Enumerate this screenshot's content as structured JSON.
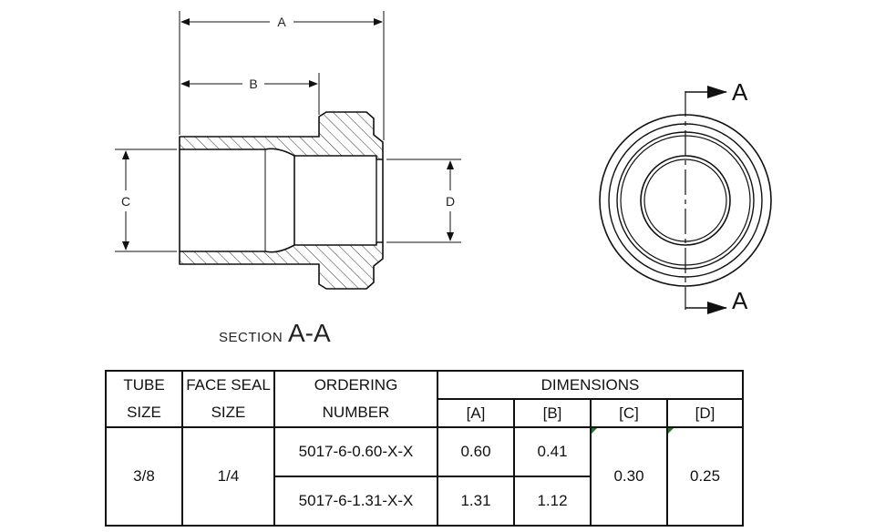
{
  "dimension_labels": {
    "a": "A",
    "b": "B",
    "c": "C",
    "d": "D"
  },
  "section_title": {
    "prefix": "SECTION",
    "name": "A-A"
  },
  "cut_plane_labels": {
    "top": "A",
    "bottom": "A"
  },
  "table": {
    "headers": {
      "tube_size": [
        "TUBE",
        "SIZE"
      ],
      "face_seal_size": [
        "FACE SEAL",
        "SIZE"
      ],
      "ordering_number": [
        "ORDERING",
        "NUMBER"
      ],
      "dimensions": "DIMENSIONS",
      "dim_a": "[A]",
      "dim_b": "[B]",
      "dim_c": "[C]",
      "dim_d": "[D]"
    },
    "tube_size": "3/8",
    "face_seal_size": "1/4",
    "rows": [
      {
        "ordering_number": "5017-6-0.60-X-X",
        "a": "0.60",
        "b": "0.41"
      },
      {
        "ordering_number": "5017-6-1.31-X-X",
        "a": "1.31",
        "b": "1.12"
      }
    ],
    "c": "0.30",
    "d": "0.25"
  },
  "colors": {
    "line": "#111111",
    "hatch": "#333333",
    "corner_marker": "#1f7a1f"
  }
}
